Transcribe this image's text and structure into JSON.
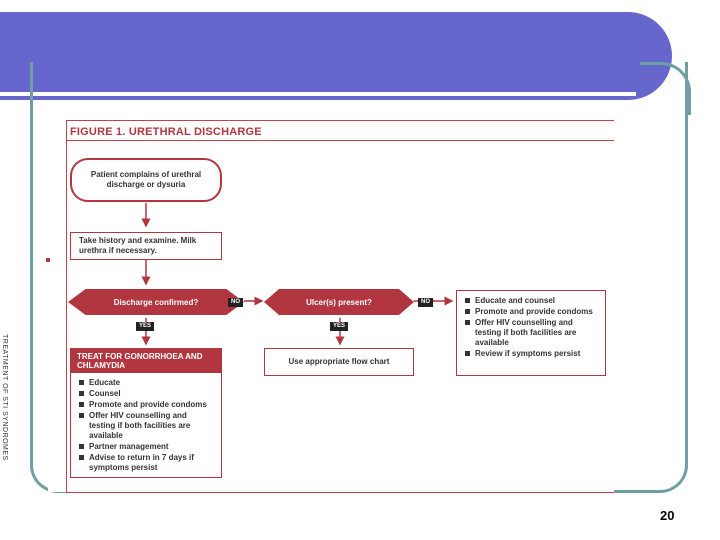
{
  "slide": {
    "page_number": "20"
  },
  "figure": {
    "title": "FIGURE 1. URETHRAL DISCHARGE",
    "side_text": "TREATMENT OF STI SYNDROMES",
    "start": "Patient complains of urethral discharge or dysuria",
    "history": "Take history and examine. Milk urethra if necessary.",
    "decision1": "Discharge confirmed?",
    "decision2": "Ulcer(s) present?",
    "label_no_1": "NO",
    "label_no_2": "NO",
    "label_yes_1": "YES",
    "label_yes_2": "YES",
    "flowchart_box": "Use appropriate flow chart",
    "right_box_items": [
      "Educate and counsel",
      "Promote and provide condoms",
      "Offer HIV counselling and testing if both facilities are available",
      "Review if symptoms persist"
    ],
    "treat_title": "TREAT FOR GONORRHOEA AND CHLAMYDIA",
    "treat_items": [
      "Educate",
      "Counsel",
      "Promote and provide condoms",
      "Offer HIV counselling and testing if both facilities are available",
      "Partner management",
      "Advise to return in 7 days if symptoms persist"
    ]
  },
  "colors": {
    "banner": "#6666cc",
    "frame": "#6f9fa2",
    "accent": "#b2363f"
  }
}
